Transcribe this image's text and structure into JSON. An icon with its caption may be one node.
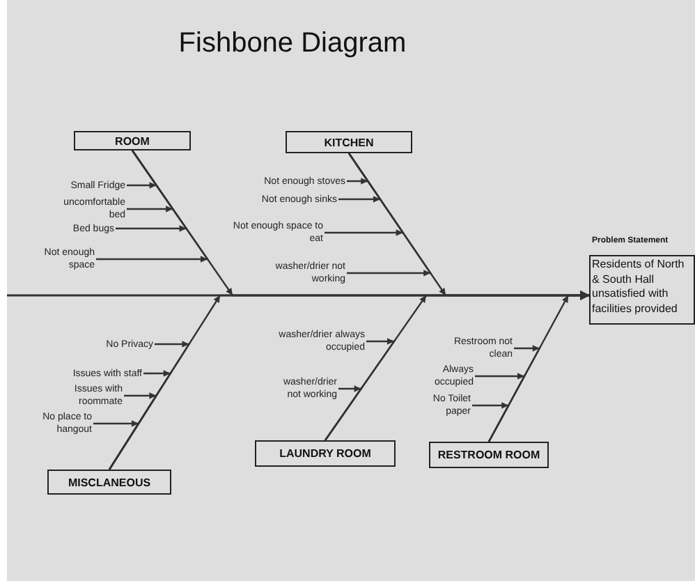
{
  "diagram": {
    "title": "Fishbone Diagram",
    "nodes": [
      {
        "text": [
          "ROOM"
        ]
      },
      {
        "text": [
          "KITCHEN"
        ]
      },
      {
        "text": [
          "Small Fridge"
        ]
      },
      {
        "text": [
          "uncomfortable bed"
        ]
      },
      {
        "text": [
          "Bed bugs"
        ]
      },
      {
        "text": [
          "Not enough space"
        ]
      },
      {
        "text": [
          "Not enough stoves"
        ]
      },
      {
        "text": [
          "Not enough sinks"
        ]
      },
      {
        "text": [
          "Not enough space to eat"
        ]
      },
      {
        "text": [
          "washer/drier not working"
        ]
      },
      {
        "text": [
          "Problem Statement",
          "Residents of North & South Hall unsatisfied with facilities provided"
        ]
      },
      {
        "text": [
          "No Privacy"
        ]
      },
      {
        "text": [
          "Issues with staff"
        ]
      },
      {
        "text": [
          "Issues with roommate"
        ]
      },
      {
        "text": [
          "No place to hangout"
        ]
      },
      {
        "text": [
          "washer/drier always occupied"
        ]
      },
      {
        "text": [
          "washer/drier not working"
        ]
      },
      {
        "text": [
          "Restroom not clean"
        ]
      },
      {
        "text": [
          "Always occupied"
        ]
      },
      {
        "text": [
          "No Toilet paper"
        ]
      },
      {
        "text": [
          "MISCLANEOUS"
        ]
      },
      {
        "text": [
          "LAUNDRY ROOM"
        ]
      },
      {
        "text": [
          "RESTROOM ROOM"
        ]
      }
    ],
    "edges": [
      {
        "from": null,
        "to": 10,
        "arrow": "to"
      },
      {
        "from": 0,
        "to": 10,
        "arrow": "to"
      },
      {
        "from": 1,
        "to": 10,
        "arrow": "to"
      },
      {
        "from": 20,
        "to": 10,
        "arrow": "to"
      },
      {
        "from": 21,
        "to": 10,
        "arrow": "to"
      },
      {
        "from": 22,
        "to": 10,
        "arrow": "to"
      },
      {
        "from": 2,
        "to": 0,
        "arrow": "to"
      },
      {
        "from": 3,
        "to": 0,
        "arrow": "to"
      },
      {
        "from": 4,
        "to": 0,
        "arrow": "to"
      },
      {
        "from": 5,
        "to": 0,
        "arrow": "to"
      },
      {
        "from": 6,
        "to": 1,
        "arrow": "to"
      },
      {
        "from": 7,
        "to": 1,
        "arrow": "to"
      },
      {
        "from": 8,
        "to": 1,
        "arrow": "to"
      },
      {
        "from": 9,
        "to": 1,
        "arrow": "to"
      },
      {
        "from": 11,
        "to": 20,
        "arrow": "to"
      },
      {
        "from": 12,
        "to": 20,
        "arrow": "to"
      },
      {
        "from": 13,
        "to": 20,
        "arrow": "to"
      },
      {
        "from": 14,
        "to": 20,
        "arrow": "to"
      },
      {
        "from": 15,
        "to": 21,
        "arrow": "to"
      },
      {
        "from": 16,
        "to": 21,
        "arrow": "to"
      },
      {
        "from": 17,
        "to": 22,
        "arrow": "to"
      },
      {
        "from": 18,
        "to": 22,
        "arrow": "to"
      },
      {
        "from": 19,
        "to": 22,
        "arrow": "to"
      }
    ]
  }
}
